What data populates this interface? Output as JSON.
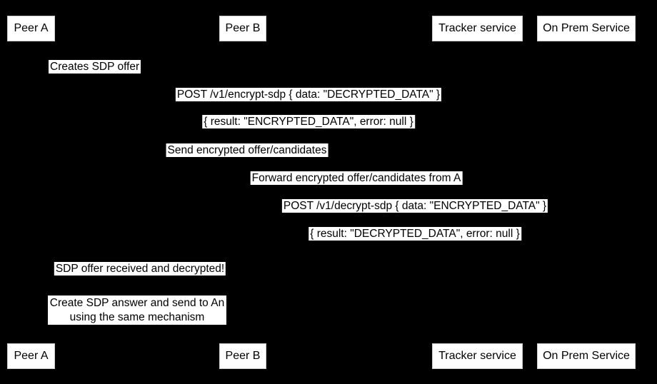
{
  "colors": {
    "background": "#000000",
    "box_fill": "#ffffff",
    "box_text": "#000000"
  },
  "participants": [
    {
      "label": "Peer A"
    },
    {
      "label": "Peer B"
    },
    {
      "label": "Tracker service"
    },
    {
      "label": "On Prem Service"
    }
  ],
  "messages": [
    {
      "label": "Creates SDP offer"
    },
    {
      "label": "POST /v1/encrypt-sdp { data: \"DECRYPTED_DATA\" }"
    },
    {
      "label": "{ result: \"ENCRYPTED_DATA\", error: null }"
    },
    {
      "label": "Send encrypted offer/candidates"
    },
    {
      "label": "Forward encrypted offer/candidates from A"
    },
    {
      "label": "POST /v1/decrypt-sdp { data: \"ENCRYPTED_DATA\" }"
    },
    {
      "label": "{ result: \"DECRYPTED_DATA\", error: null }"
    },
    {
      "label": "SDP offer received and decrypted!"
    }
  ],
  "note": {
    "lines": [
      "Create SDP answer and send to An",
      "using the same mechanism"
    ]
  }
}
